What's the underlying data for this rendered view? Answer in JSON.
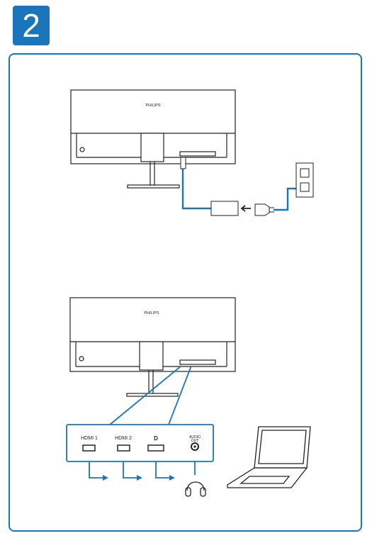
{
  "step": {
    "number": "2"
  },
  "monitor_top": {
    "brand": "PHILIPS"
  },
  "monitor_bottom": {
    "brand": "PHILIPS"
  },
  "ports": {
    "hdmi1": "HDMI 1",
    "hdmi2": "HDMI 2",
    "dp": "D",
    "audio_line1": "AUDIO",
    "audio_line2": "OUT"
  },
  "colors": {
    "accent": "#1b75bb",
    "line": "#222222"
  }
}
